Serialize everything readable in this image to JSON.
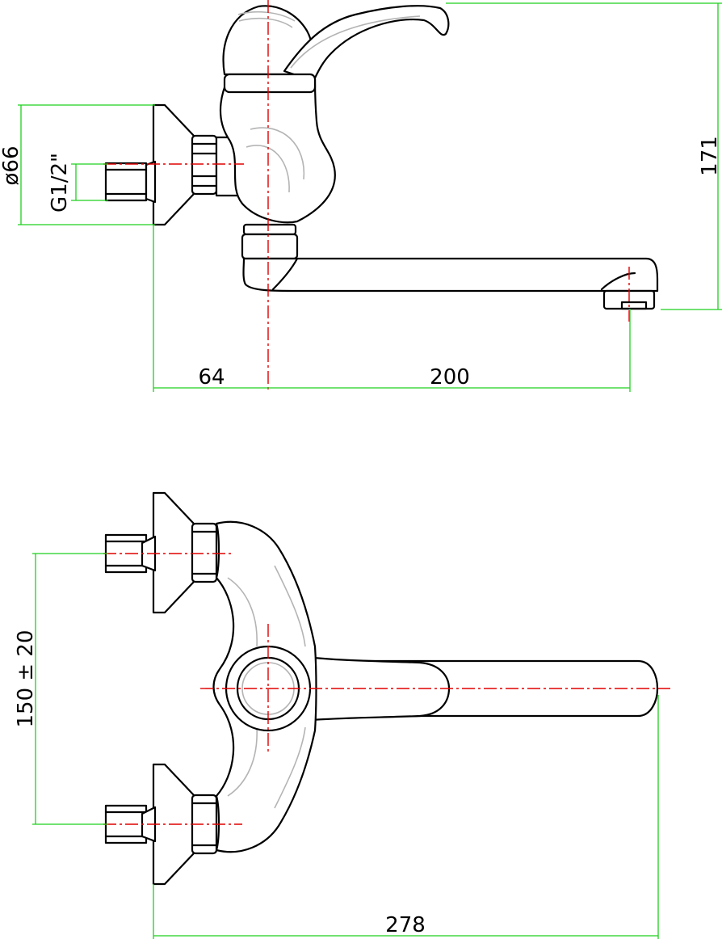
{
  "colors": {
    "outline": "#000000",
    "hidden_line": "#b4b4b4",
    "dimension_line": "#1fd01f",
    "center_line": "#e00000",
    "background": "#ffffff"
  },
  "side_view": {
    "dim_height": "171",
    "dim_flange_diameter": "ø66",
    "dim_thread": "G1/2\"",
    "dim_inlet_to_axis": "64",
    "dim_axis_to_outlet": "200"
  },
  "top_view": {
    "dim_inlet_spacing": "150 ± 20",
    "dim_total_length": "278"
  }
}
